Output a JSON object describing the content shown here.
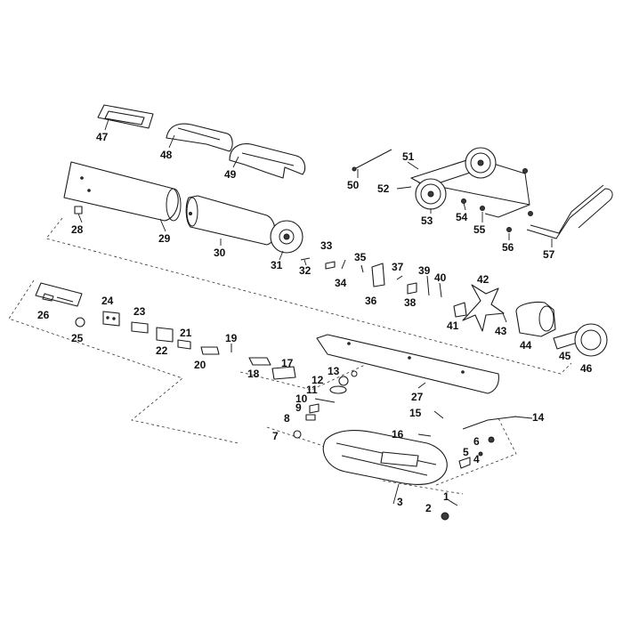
{
  "callouts": {
    "c1": "1",
    "c2": "2",
    "c3": "3",
    "c4": "4",
    "c5": "5",
    "c6": "6",
    "c7": "7",
    "c8": "8",
    "c9": "9",
    "c10": "10",
    "c11": "11",
    "c12": "12",
    "c13": "13",
    "c14": "14",
    "c15": "15",
    "c16": "16",
    "c17": "17",
    "c18": "18",
    "c19": "19",
    "c20": "20",
    "c21": "21",
    "c22": "22",
    "c23": "23",
    "c24": "24",
    "c25": "25",
    "c26": "26",
    "c27": "27",
    "c28": "28",
    "c29": "29",
    "c30": "30",
    "c31": "31",
    "c32": "32",
    "c33": "33",
    "c34": "34",
    "c35": "35",
    "c36": "36",
    "c37": "37",
    "c38": "38",
    "c39": "39",
    "c40": "40",
    "c41": "41",
    "c42": "42",
    "c43": "43",
    "c44": "44",
    "c45": "45",
    "c46": "46",
    "c47": "47",
    "c48": "48",
    "c49": "49",
    "c50": "50",
    "c51": "51",
    "c52": "52",
    "c53": "53",
    "c54": "54",
    "c55": "55",
    "c56": "56",
    "c57": "57"
  },
  "colors": {
    "line": "#1a1a1a",
    "background": "#ffffff"
  }
}
